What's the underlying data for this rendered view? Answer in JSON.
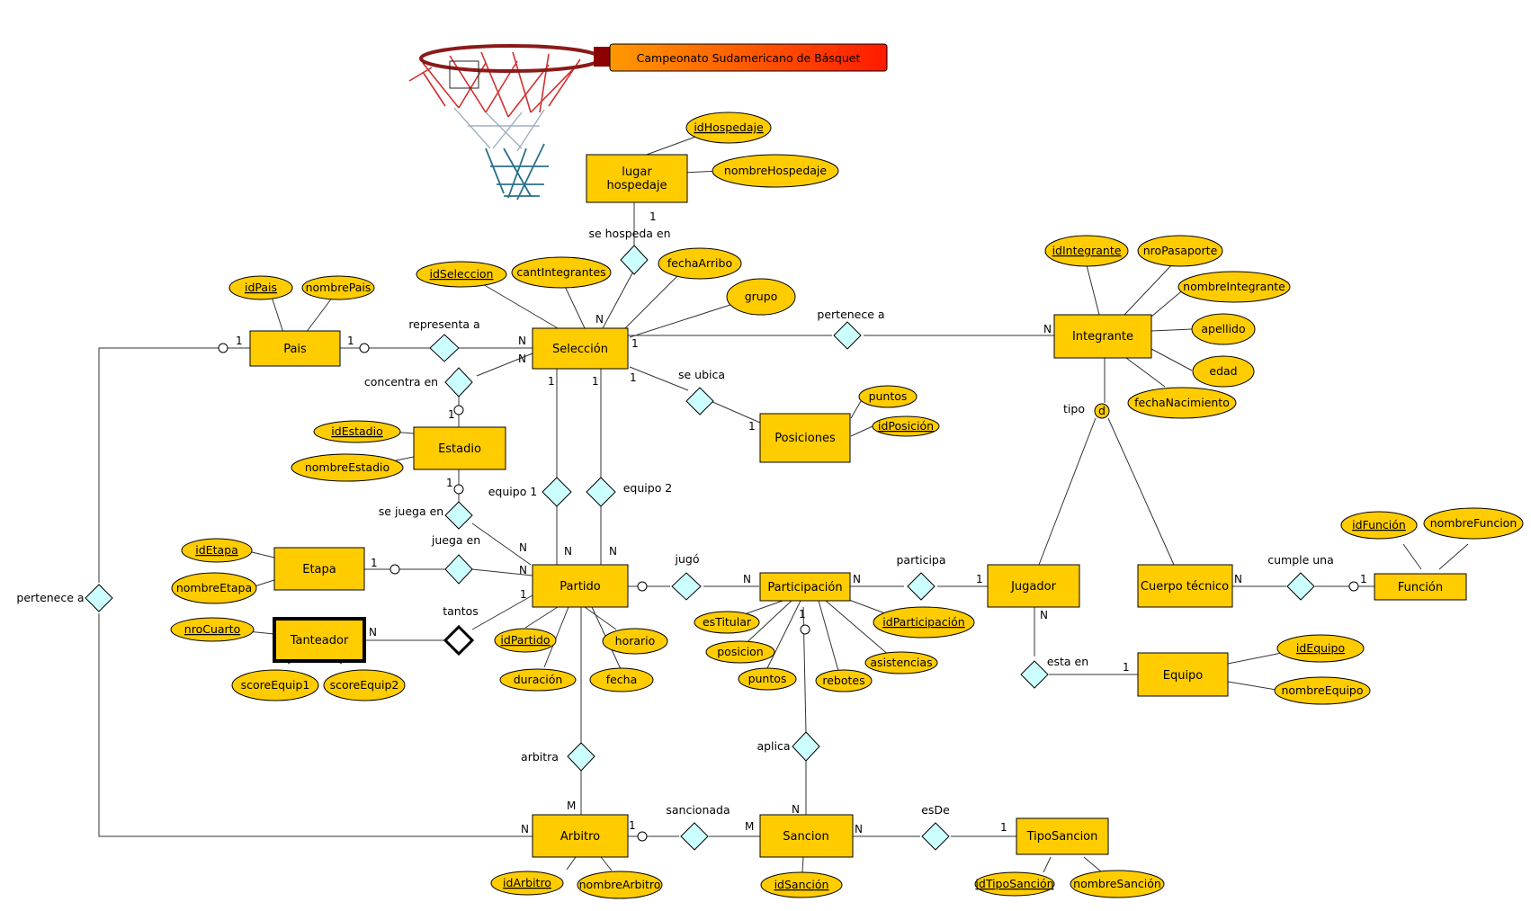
{
  "title": "Campeonato Sudamericano de Básquet",
  "colors": {
    "entity": "#ffcc00",
    "relationship": "#ccffff",
    "title_start": "#ff9900",
    "title_end": "#ff0000"
  },
  "entities": {
    "pais": "Pais",
    "seleccion": "Selección",
    "integrante": "Integrante",
    "lugar_hospedaje_1": "lugar",
    "lugar_hospedaje_2": "hospedaje",
    "estadio": "Estadio",
    "posiciones": "Posiciones",
    "etapa": "Etapa",
    "partido": "Partido",
    "tanteador": "Tanteador",
    "participacion": "Participación",
    "jugador": "Jugador",
    "cuerpo_tecnico": "Cuerpo técnico",
    "funcion": "Función",
    "equipo": "Equipo",
    "arbitro": "Arbitro",
    "sancion": "Sancion",
    "tipo_sancion": "TipoSancion"
  },
  "attributes": {
    "idHospedaje": "idHospedaje",
    "nombreHospedaje": "nombreHospedaje",
    "idPais": "idPais",
    "nombrePais": "nombrePais",
    "idSeleccion": "idSeleccion",
    "cantIntegrantes": "cantIntegrantes",
    "fechaArribo": "fechaArribo",
    "grupo": "grupo",
    "idIntegrante": "idIntegrante",
    "nroPasaporte": "nroPasaporte",
    "nombreIntegrante": "nombreIntegrante",
    "apellido": "apellido",
    "edad": "edad",
    "fechaNacimiento": "fechaNacimiento",
    "idEstadio": "idEstadio",
    "nombreEstadio": "nombreEstadio",
    "puntos_pos": "puntos",
    "idPosicion": "idPosición",
    "idEtapa": "idEtapa",
    "nombreEtapa": "nombreEtapa",
    "nroCuarto": "nroCuarto",
    "scoreEquip1": "scoreEquip1",
    "scoreEquip2": "scoreEquip2",
    "idPartido": "idPartido",
    "horario": "horario",
    "duracion": "duración",
    "fecha": "fecha",
    "esTitular": "esTitular",
    "posicion": "posicion",
    "puntos_part": "puntos",
    "rebotes": "rebotes",
    "asistencias": "asistencias",
    "idParticipacion": "idParticipación",
    "idFuncion": "idFunción",
    "nombreFuncion": "nombreFuncion",
    "idEquipo": "idEquipo",
    "nombreEquipo": "nombreEquipo",
    "idArbitro": "idArbitro",
    "nombreArbitro": "nombreArbitro",
    "idSancion": "idSanción",
    "idTipoSancion": "idTipoSanción",
    "nombreSancion": "nombreSanción"
  },
  "relationships": {
    "se_hospeda_en": "se hospeda en",
    "representa_a": "representa a",
    "concentra_en": "concentra en",
    "se_ubica": "se ubica",
    "pertenece_a_integrante": "pertenece a",
    "tipo": "tipo",
    "disjoint": "d",
    "equipo1": "equipo 1",
    "equipo2": "equipo 2",
    "se_juega_en": "se juega en",
    "juega_en": "juega en",
    "tantos": "tantos",
    "jugo": "jugó",
    "participa": "participa",
    "cumple_una": "cumple una",
    "esta_en": "esta en",
    "arbitra": "arbitra",
    "aplica": "aplica",
    "sancionada": "sancionada",
    "esDe": "esDe",
    "pertenece_a_pais": "pertenece a"
  },
  "cardinalities": {
    "one": "1",
    "many": "N",
    "many_m": "M"
  }
}
